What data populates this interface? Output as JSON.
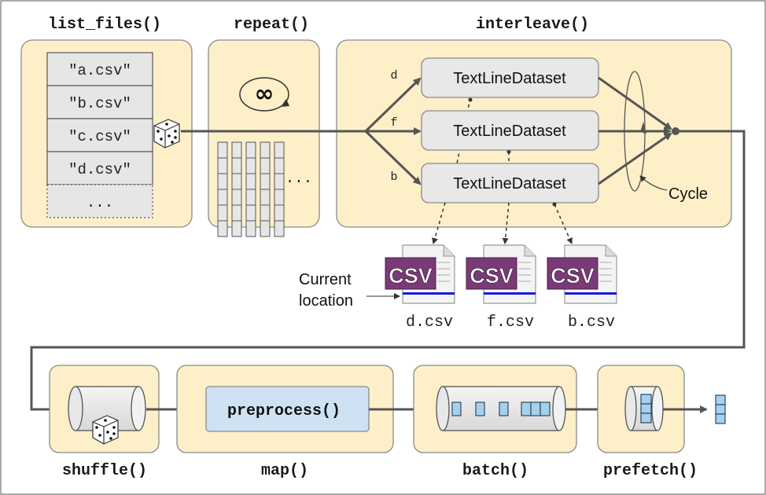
{
  "stages": {
    "list_files": "list_files()",
    "repeat": "repeat()",
    "interleave": "interleave()",
    "shuffle": "shuffle()",
    "map": "map()",
    "batch": "batch()",
    "prefetch": "prefetch()"
  },
  "file_list": [
    "\"a.csv\"",
    "\"b.csv\"",
    "\"c.csv\"",
    "\"d.csv\""
  ],
  "file_list_more": "...",
  "repeat_symbol": "∞",
  "repeat_more": "...",
  "interleave": {
    "readers": [
      {
        "branch": "d",
        "name": "TextLineDataset"
      },
      {
        "branch": "f",
        "name": "TextLineDataset"
      },
      {
        "branch": "b",
        "name": "TextLineDataset"
      }
    ],
    "cycle_label": "Cycle"
  },
  "csv_files": [
    {
      "icon_text": "CSV",
      "name": "d.csv"
    },
    {
      "icon_text": "CSV",
      "name": "f.csv"
    },
    {
      "icon_text": "CSV",
      "name": "b.csv"
    }
  ],
  "current_location": {
    "line1": "Current",
    "line2": "location"
  },
  "map_fn": "preprocess()",
  "colors": {
    "panel": "#fdefc8",
    "item": "#a8d0ec",
    "csv_purple": "#7a3a78",
    "csv_blue_bar": "#1a1adb"
  }
}
